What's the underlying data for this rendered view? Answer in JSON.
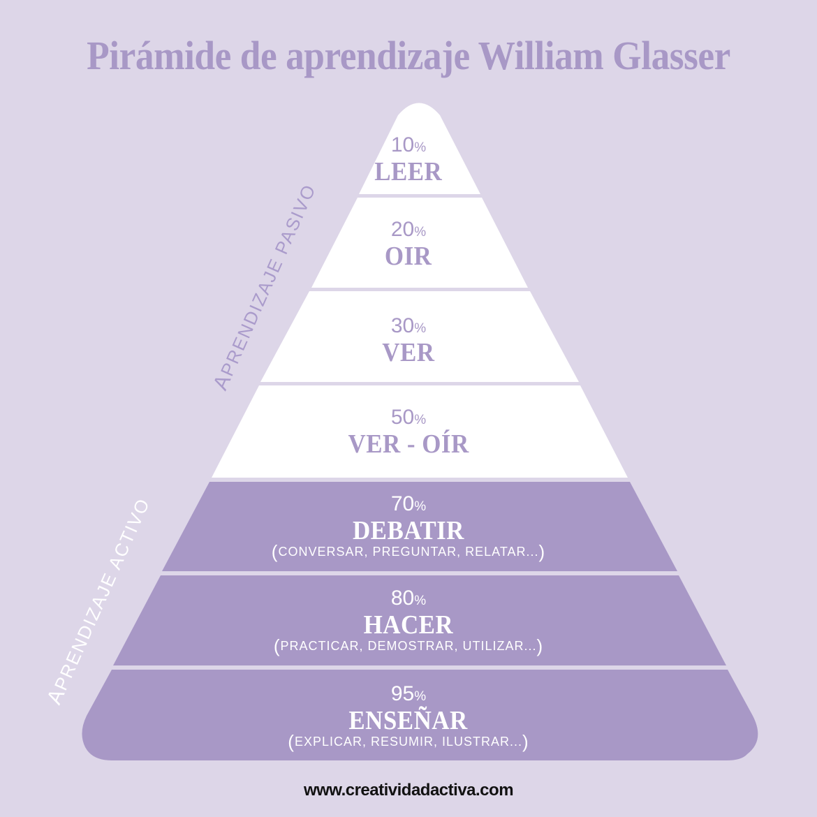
{
  "title": "Pirámide de aprendizaje William Glasser",
  "colors": {
    "background": "#ddd6e8",
    "passive_fill": "#ffffff",
    "active_fill": "#a898c6",
    "passive_text": "#a898c6",
    "active_text": "#ffffff"
  },
  "side_labels": {
    "passive": {
      "first": "A",
      "rest": "PRENDIZAJE ",
      "emph": "PASIVO"
    },
    "active": {
      "first": "A",
      "rest": "PRENDIZAJE ",
      "emph": "ACTIVO"
    }
  },
  "tiers": [
    {
      "percent": "10",
      "symbol": "%",
      "label": "LEER",
      "examples": "",
      "type": "passive"
    },
    {
      "percent": "20",
      "symbol": "%",
      "label": "OIR",
      "examples": "",
      "type": "passive"
    },
    {
      "percent": "30",
      "symbol": "%",
      "label": "VER",
      "examples": "",
      "type": "passive"
    },
    {
      "percent": "50",
      "symbol": "%",
      "label": "VER - OÍR",
      "examples": "",
      "type": "passive"
    },
    {
      "percent": "70",
      "symbol": "%",
      "label": "DEBATIR",
      "open": "(",
      "examples": "CONVERSAR, PREGUNTAR, RELATAR...",
      "close": ")",
      "type": "active"
    },
    {
      "percent": "80",
      "symbol": "%",
      "label": "HACER",
      "open": "(",
      "examples": "PRACTICAR, DEMOSTRAR, UTILIZAR...",
      "close": ")",
      "type": "active"
    },
    {
      "percent": "95",
      "symbol": "%",
      "label": "ENSEÑAR",
      "open": "(",
      "examples": "EXPLICAR, RESUMIR, ILUSTRAR...",
      "close": ")",
      "type": "active"
    }
  ],
  "footer": {
    "url": "www.creatividadactiva.com"
  }
}
